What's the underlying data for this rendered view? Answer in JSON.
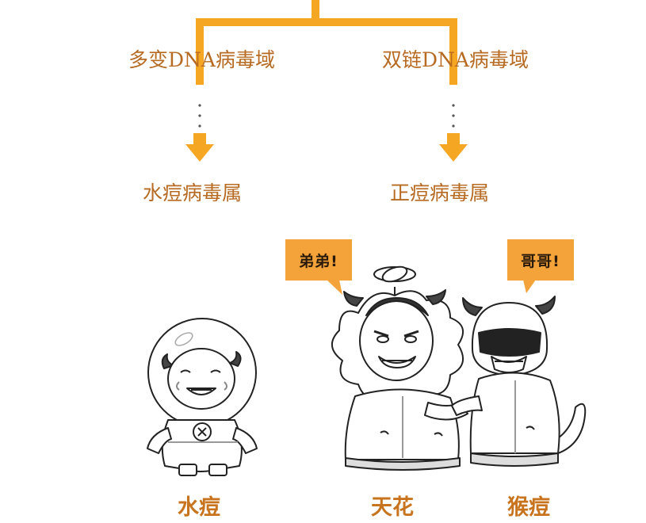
{
  "branches": [
    {
      "domain": "多变DNA病毒域",
      "genus": "水痘病毒属"
    },
    {
      "domain": "双链DNA病毒域",
      "genus": "正痘病毒属"
    }
  ],
  "speech": {
    "left": "弟弟!",
    "right": "哥哥!"
  },
  "captions": {
    "chickenpox": "水痘",
    "smallpox": "天花",
    "monkeypox": "猴痘"
  },
  "colors": {
    "tree_line": "#f5a623",
    "label_text": "#b76a22",
    "bubble": "#f4a33a",
    "caption_text": "#c8741e"
  }
}
